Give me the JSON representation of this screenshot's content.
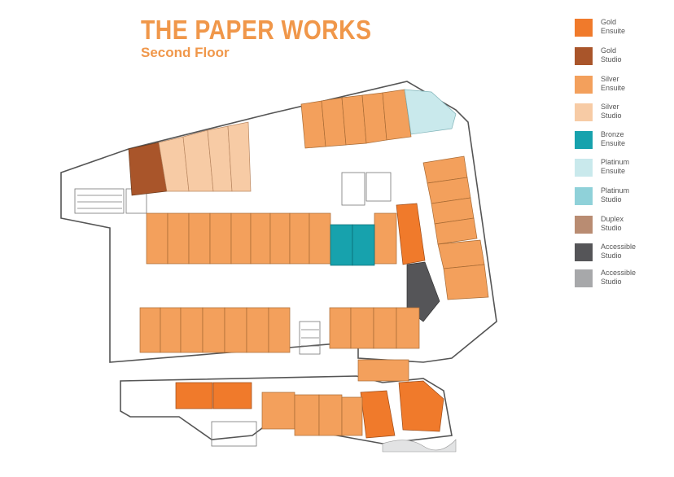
{
  "header": {
    "title": "THE PAPER WORKS",
    "subtitle": "Second Floor"
  },
  "colors": {
    "title_orange": "#F0974A",
    "gold_ensuite": "#F07A2B",
    "gold_studio": "#A9552A",
    "silver_ensuite": "#F3A05C",
    "silver_studio": "#F7CBA5",
    "bronze_ensuite": "#17A2AD",
    "platinum_ensuite": "#C9E9EC",
    "platinum_studio": "#8FD1D9",
    "duplex_studio": "#B98C72",
    "accessible_ensuite": "#555558",
    "accessible_studio": "#A7A8AA",
    "wall": "#555555",
    "corridor": "#FFFFFF"
  },
  "legend": [
    {
      "line1": "Gold",
      "line2": "Ensuite",
      "color": "#F07A2B"
    },
    {
      "line1": "Gold",
      "line2": "Studio",
      "color": "#A9552A"
    },
    {
      "line1": "Silver",
      "line2": "Ensuite",
      "color": "#F3A05C"
    },
    {
      "line1": "Silver",
      "line2": "Studio",
      "color": "#F7CBA5"
    },
    {
      "line1": "Bronze",
      "line2": "Ensuite",
      "color": "#17A2AD"
    },
    {
      "line1": "Platinum",
      "line2": "Ensuite",
      "color": "#C9E9EC"
    },
    {
      "line1": "Platinum",
      "line2": "Studio",
      "color": "#8FD1D9"
    },
    {
      "line1": "Duplex",
      "line2": "Studio",
      "color": "#B98C72"
    },
    {
      "line1": "Accessible",
      "line2": "Studio",
      "color": "#555558"
    },
    {
      "line1": "Accessible",
      "line2": "Studio",
      "color": "#A7A8AA"
    }
  ]
}
